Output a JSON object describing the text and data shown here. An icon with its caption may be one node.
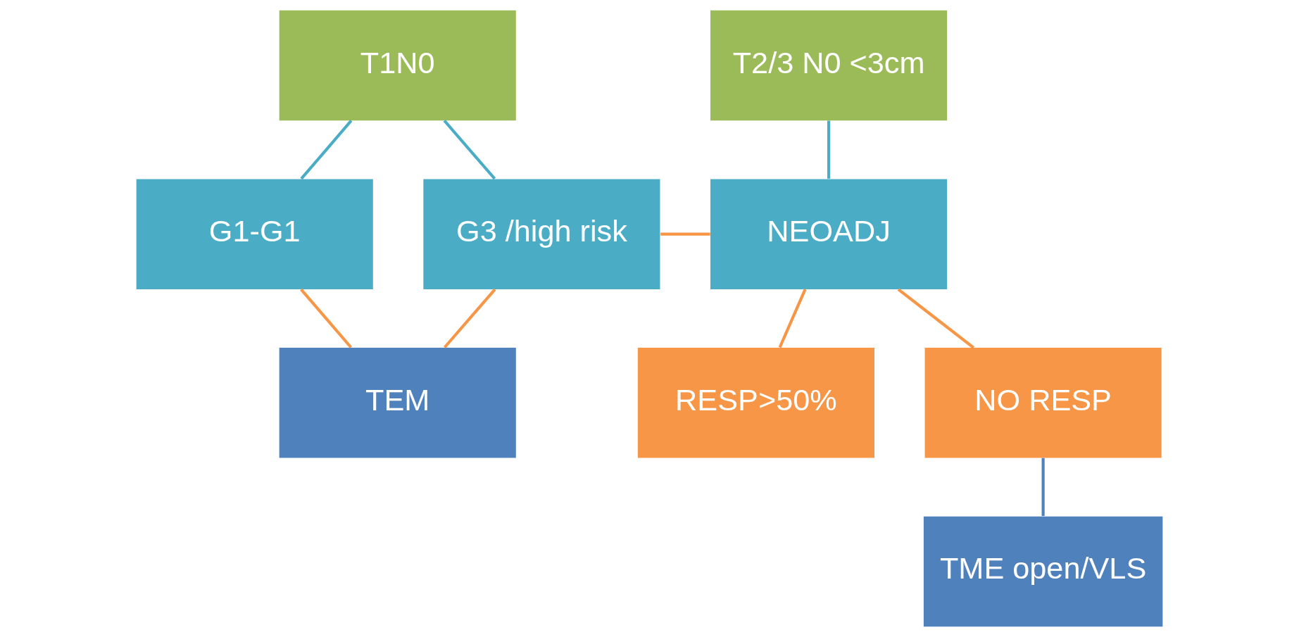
{
  "diagram": {
    "nodes": [
      {
        "text": [
          "T1N0"
        ]
      },
      {
        "text": [
          "T2/3 N0 <3cm"
        ]
      },
      {
        "text": [
          "G1-G1"
        ]
      },
      {
        "text": [
          "G3 /high risk"
        ]
      },
      {
        "text": [
          "NEOADJ"
        ]
      },
      {
        "text": [
          "TEM"
        ]
      },
      {
        "text": [
          "RESP>50%"
        ]
      },
      {
        "text": [
          "NO RESP"
        ]
      },
      {
        "text": [
          "TME open/VLS"
        ]
      }
    ],
    "edges": [
      {
        "from": 0,
        "to": 2,
        "arrow": "none",
        "color": "#4bacc6"
      },
      {
        "from": 0,
        "to": 3,
        "arrow": "none",
        "color": "#4bacc6"
      },
      {
        "from": 1,
        "to": 4,
        "arrow": "none",
        "color": "#4bacc6"
      },
      {
        "from": 3,
        "to": 4,
        "arrow": "none"
      },
      {
        "from": 2,
        "to": 5,
        "arrow": "none"
      },
      {
        "from": 5,
        "to": 3,
        "arrow": "none"
      },
      {
        "from": 4,
        "to": 6,
        "arrow": "none"
      },
      {
        "from": 4,
        "to": 7,
        "arrow": "none"
      },
      {
        "from": 7,
        "to": 8,
        "arrow": "none",
        "color": "#4f81bd"
      }
    ]
  }
}
